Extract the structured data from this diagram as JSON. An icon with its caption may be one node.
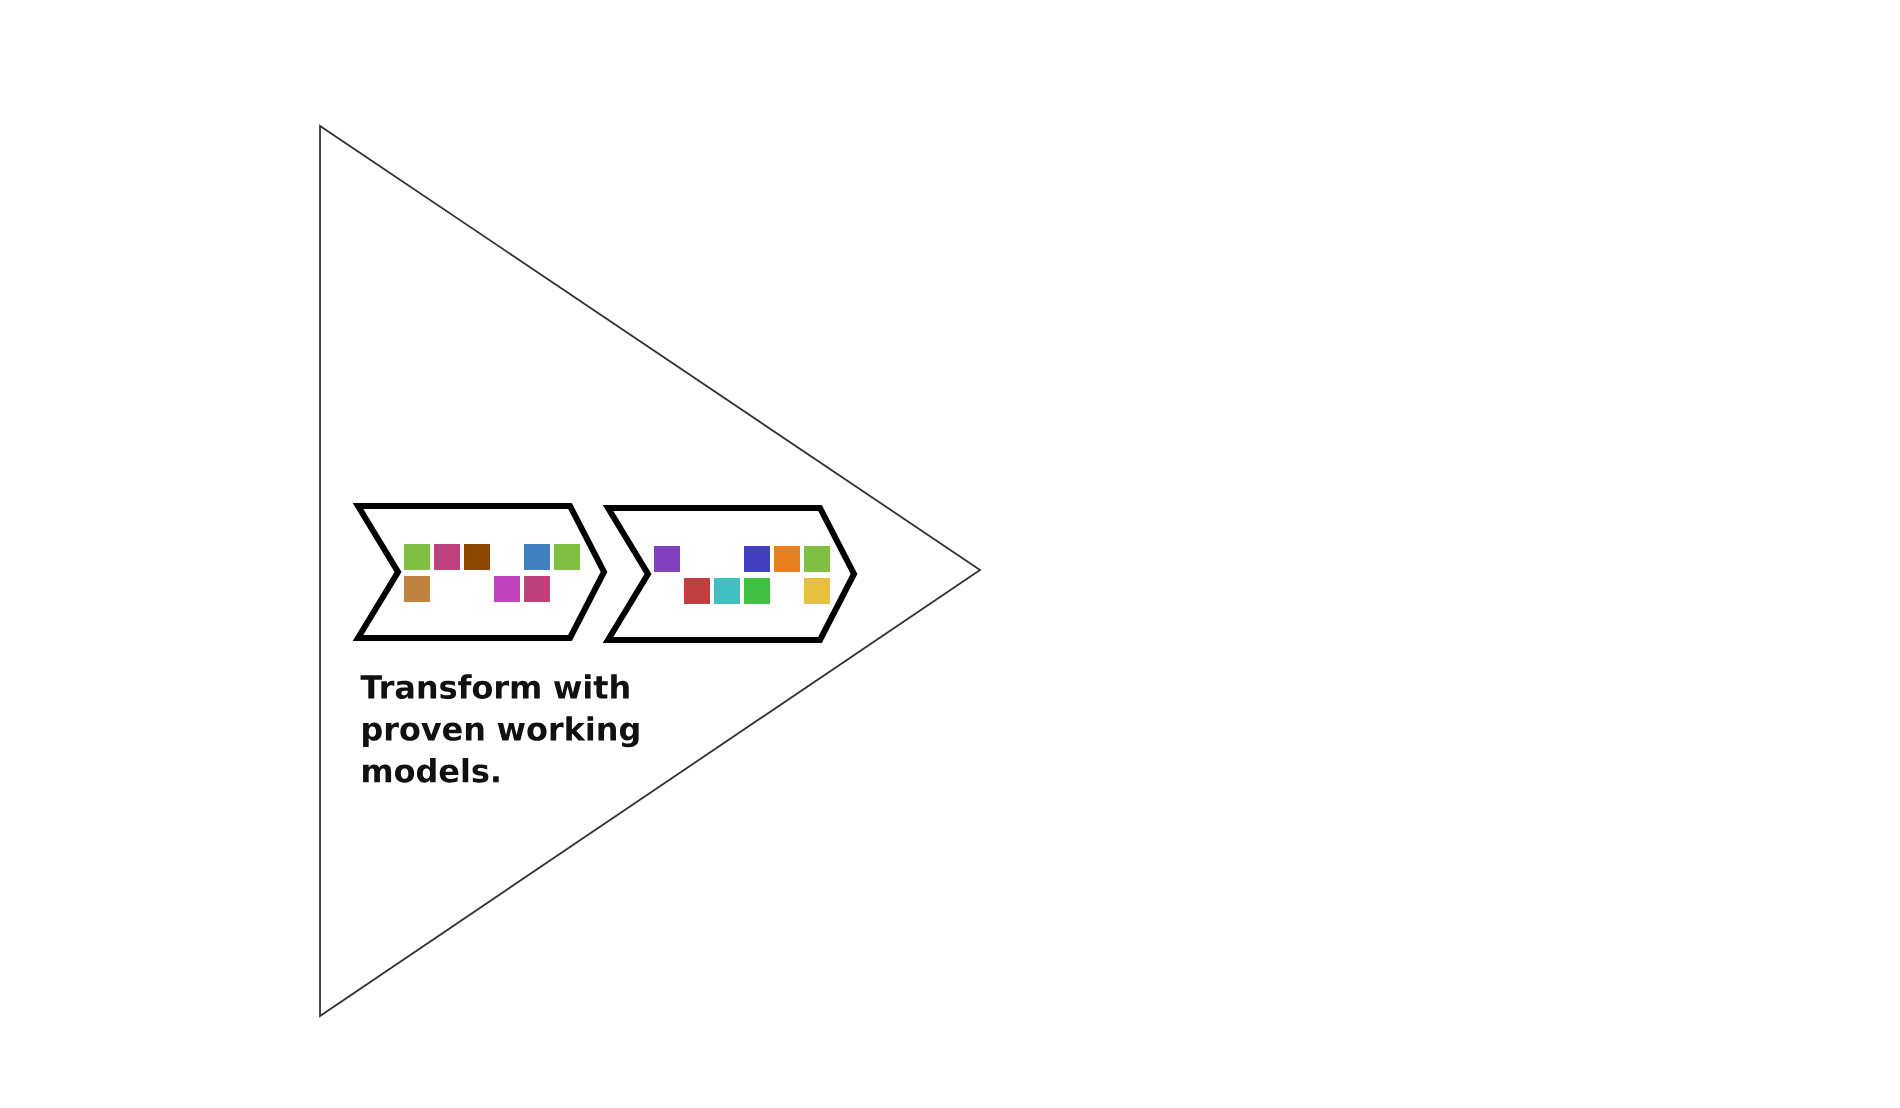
{
  "diagram": {
    "nodes": [
      {
        "text": [
          "Transform with proven working models."
        ]
      },
      {
        "text": [],
        "shape": "chevron",
        "in": 0
      },
      {
        "text": [],
        "shape": "chevron",
        "in": 0
      }
    ]
  }
}
